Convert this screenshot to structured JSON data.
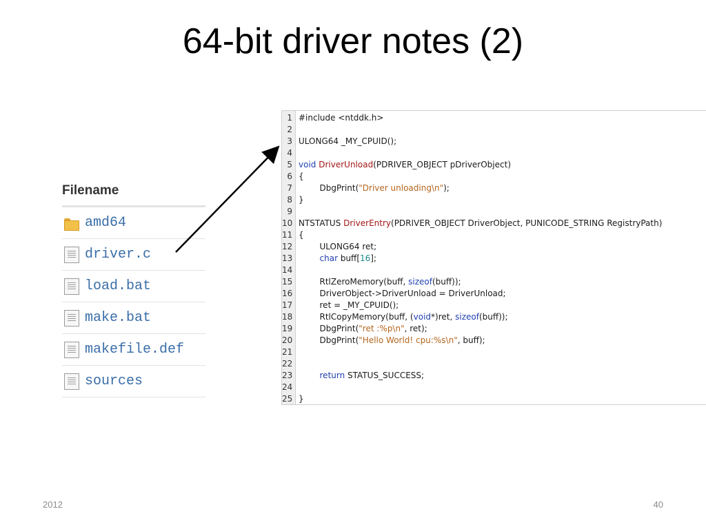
{
  "slide": {
    "title": "64-bit driver notes (2)",
    "footer_left": "2012",
    "page_number": "40"
  },
  "file_list": {
    "header": "Filename",
    "files": [
      {
        "name": "amd64",
        "icon": "folder-icon"
      },
      {
        "name": "driver.c",
        "icon": "document-icon"
      },
      {
        "name": "load.bat",
        "icon": "document-icon"
      },
      {
        "name": "make.bat",
        "icon": "document-icon"
      },
      {
        "name": "makefile.def",
        "icon": "document-icon"
      },
      {
        "name": "sources",
        "icon": "document-icon"
      }
    ]
  },
  "code_view": {
    "lines": [
      {
        "n": "1",
        "parts": [
          [
            "#include <ntddk.h>",
            ""
          ]
        ]
      },
      {
        "n": "2",
        "parts": []
      },
      {
        "n": "3",
        "parts": [
          [
            "ULONG64 _MY_CPUID();",
            ""
          ]
        ]
      },
      {
        "n": "4",
        "parts": []
      },
      {
        "n": "5",
        "parts": [
          [
            "void",
            "kw"
          ],
          [
            " ",
            ""
          ],
          [
            "DriverUnload",
            "fn"
          ],
          [
            "(PDRIVER_OBJECT pDriverObject)",
            ""
          ]
        ]
      },
      {
        "n": "6",
        "parts": [
          [
            "{",
            ""
          ]
        ]
      },
      {
        "n": "7",
        "parts": [
          [
            "        DbgPrint(",
            ""
          ],
          [
            "\"Driver unloading\\n\"",
            "str"
          ],
          [
            ");",
            ""
          ]
        ]
      },
      {
        "n": "8",
        "parts": [
          [
            "}",
            ""
          ]
        ]
      },
      {
        "n": "9",
        "parts": []
      },
      {
        "n": "10",
        "parts": [
          [
            "NTSTATUS ",
            ""
          ],
          [
            "DriverEntry",
            "fn"
          ],
          [
            "(PDRIVER_OBJECT DriverObject, PUNICODE_STRING RegistryPath)",
            ""
          ]
        ]
      },
      {
        "n": "11",
        "parts": [
          [
            "{",
            ""
          ]
        ]
      },
      {
        "n": "12",
        "parts": [
          [
            "        ULONG64 ret;",
            ""
          ]
        ]
      },
      {
        "n": "13",
        "parts": [
          [
            "        ",
            ""
          ],
          [
            "char",
            "kw"
          ],
          [
            " buff[",
            ""
          ],
          [
            "16",
            "num"
          ],
          [
            "];",
            ""
          ]
        ]
      },
      {
        "n": "14",
        "parts": []
      },
      {
        "n": "15",
        "parts": [
          [
            "        RtlZeroMemory(buff, ",
            ""
          ],
          [
            "sizeof",
            "kw"
          ],
          [
            "(buff));",
            ""
          ]
        ]
      },
      {
        "n": "16",
        "parts": [
          [
            "        DriverObject->DriverUnload = DriverUnload;",
            ""
          ]
        ]
      },
      {
        "n": "17",
        "parts": [
          [
            "        ret = _MY_CPUID();",
            ""
          ]
        ]
      },
      {
        "n": "18",
        "parts": [
          [
            "        RtlCopyMemory(buff, (",
            ""
          ],
          [
            "void",
            "kw"
          ],
          [
            "*)ret, ",
            ""
          ],
          [
            "sizeof",
            "kw"
          ],
          [
            "(buff));",
            ""
          ]
        ]
      },
      {
        "n": "19",
        "parts": [
          [
            "        DbgPrint(",
            ""
          ],
          [
            "\"ret :%p\\n\"",
            "str"
          ],
          [
            ", ret);",
            ""
          ]
        ]
      },
      {
        "n": "20",
        "parts": [
          [
            "        DbgPrint(",
            ""
          ],
          [
            "\"Hello World! cpu:%s\\n\"",
            "str"
          ],
          [
            ", buff);",
            ""
          ]
        ]
      },
      {
        "n": "21",
        "parts": []
      },
      {
        "n": "22",
        "parts": []
      },
      {
        "n": "23",
        "parts": [
          [
            "        ",
            ""
          ],
          [
            "return",
            "kw"
          ],
          [
            " STATUS_SUCCESS;",
            ""
          ]
        ]
      },
      {
        "n": "24",
        "parts": []
      },
      {
        "n": "25",
        "parts": [
          [
            "}",
            ""
          ]
        ]
      }
    ]
  },
  "colors": {
    "keyword": "#1f3fb0",
    "function_name": "#a31515",
    "string": "#b5651d",
    "number": "#1a8a8a",
    "file_link": "#3b6ea8"
  }
}
